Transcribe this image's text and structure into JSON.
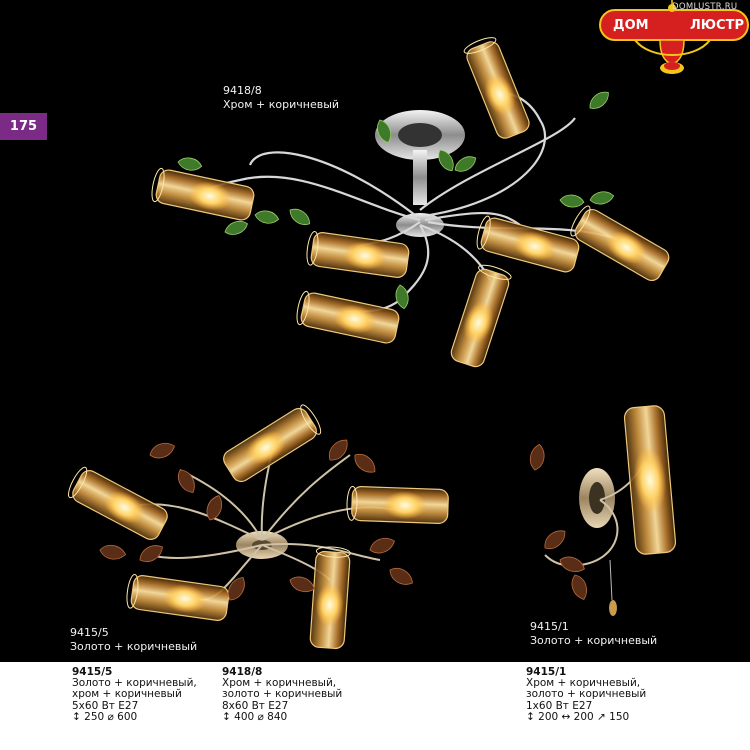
{
  "page_number": "175",
  "brand": {
    "left_word": "ДОМ",
    "right_word": "ЛЮСТР",
    "url": "DOMLUSTR.RU",
    "colors": {
      "red": "#d5201f",
      "yellow": "#f5c518",
      "white": "#ffffff"
    }
  },
  "captions": {
    "top": {
      "model": "9418/8",
      "finish": "Хром + коричневый"
    },
    "bottom_left": {
      "model": "9415/5",
      "finish": "Золото + коричневый"
    },
    "bottom_right": {
      "model": "9415/1",
      "finish": "Золото + коричневый"
    }
  },
  "specs": [
    {
      "model": "9415/5",
      "lines": [
        "Золото + коричневый,",
        "хром + коричневый",
        "5x60 Вт  E27",
        "↕ 250  ⌀ 600"
      ]
    },
    {
      "model": "9418/8",
      "lines": [
        "Хром + коричневый,",
        "золото + коричневый",
        "8x60 Вт  E27",
        "↕ 400  ⌀ 840"
      ]
    },
    {
      "model": "9415/1",
      "lines": [
        "Хром + коричневый,",
        "золото + коричневый",
        "1x60 Вт  E27",
        "↕ 200  ↔ 200  ↗ 150"
      ]
    }
  ],
  "colors": {
    "background": "#000000",
    "page_tab": "#7b2a86",
    "spec_panel": "#ffffff",
    "glass": "#c8913a",
    "glow": "#ffcc66"
  }
}
